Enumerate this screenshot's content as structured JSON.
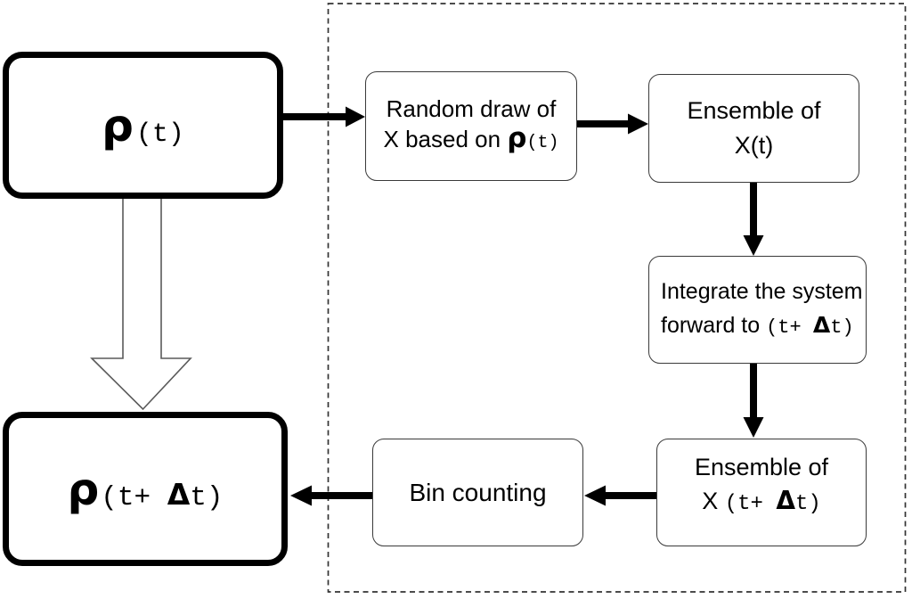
{
  "boxes": {
    "rho_t": {
      "symbol": "ρ",
      "arg": "(t)"
    },
    "random_draw": {
      "line1": "Random draw of",
      "line2_prefix": "X based on ",
      "symbol": "ρ",
      "arg": "(t)"
    },
    "ensemble_t": {
      "line1": "Ensemble of",
      "line2": "X(t)"
    },
    "integrate": {
      "line1": "Integrate the system",
      "line2_prefix": "forward to ",
      "arg_pre": "(t+ ",
      "delta": "Δ",
      "arg_post": "t)"
    },
    "ensemble_dt": {
      "line1": "Ensemble of",
      "line2_prefix": "X ",
      "arg_pre": "(t+ ",
      "delta": "Δ",
      "arg_post": "t)"
    },
    "bin_counting": {
      "label": "Bin counting"
    },
    "rho_dt": {
      "symbol": "ρ",
      "arg_pre": "(t+ ",
      "delta": "Δ",
      "arg_post": "t)"
    }
  },
  "colors": {
    "solid_arrow": "#000000",
    "thick_box_border": "#000000",
    "thin_box_border": "#3a3a3a",
    "dashed_region_border": "#333333",
    "hollow_arrow_outline": "#5a5a5a",
    "background": "#ffffff"
  }
}
